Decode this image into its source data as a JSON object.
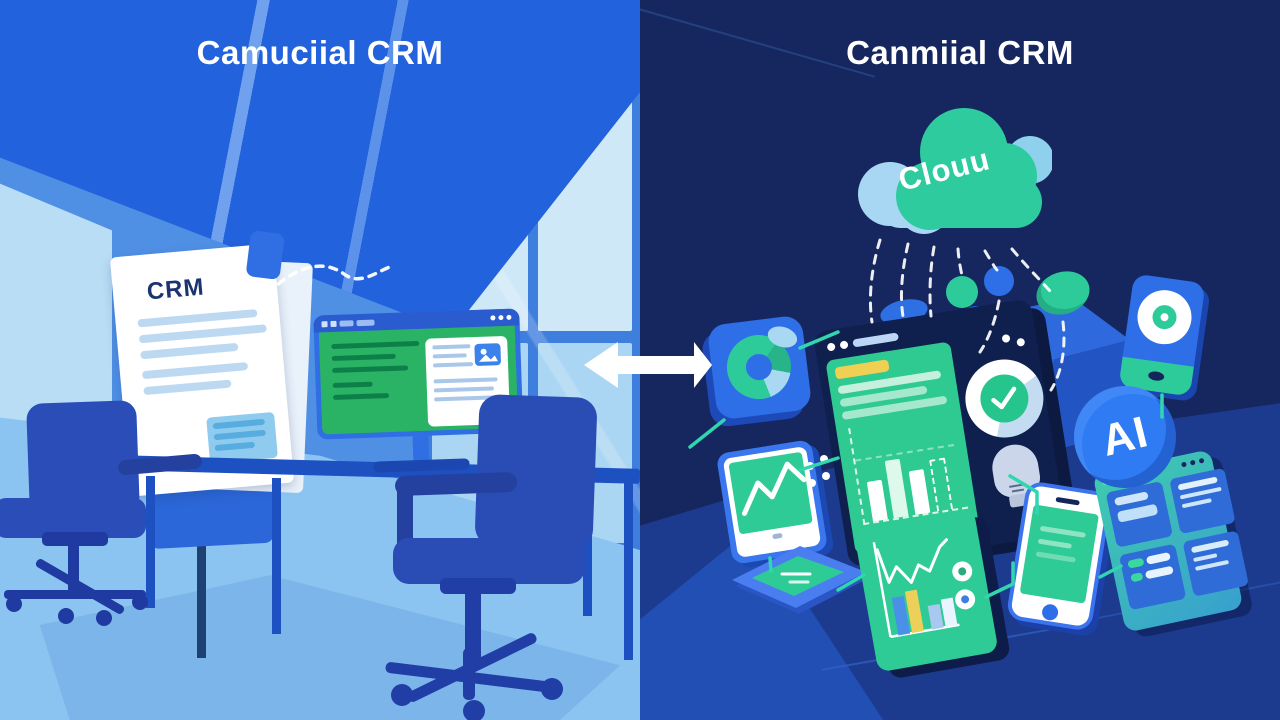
{
  "left_panel": {
    "title": "Camuciial CRM",
    "document_label": "CRM"
  },
  "right_panel": {
    "title": "Canmiial CRM",
    "cloud_label": "Clouu",
    "ai_badge_label": "AI"
  },
  "colors": {
    "left_background": "#4f90e5",
    "left_ceiling": "#2262dc",
    "window_pane": "#abd6f3",
    "left_floor": "#8cc4f1",
    "desk": "#1d50c0",
    "chair": "#2b4db8",
    "monitor_screen_green": "#2bb365",
    "right_background": "#16275f",
    "right_floor": "#1c3a8e",
    "cloud_green": "#2ecb9f",
    "cloud_light_blue": "#a8d7f3",
    "device_blue": "#2e6fe8",
    "screen_green": "#2ecb96",
    "accent_teal_line": "#2fd6ae",
    "ai_badge_blue": "#2e7bf3",
    "highlight_yellow": "#f0d052",
    "arrow_white": "#ffffff"
  }
}
